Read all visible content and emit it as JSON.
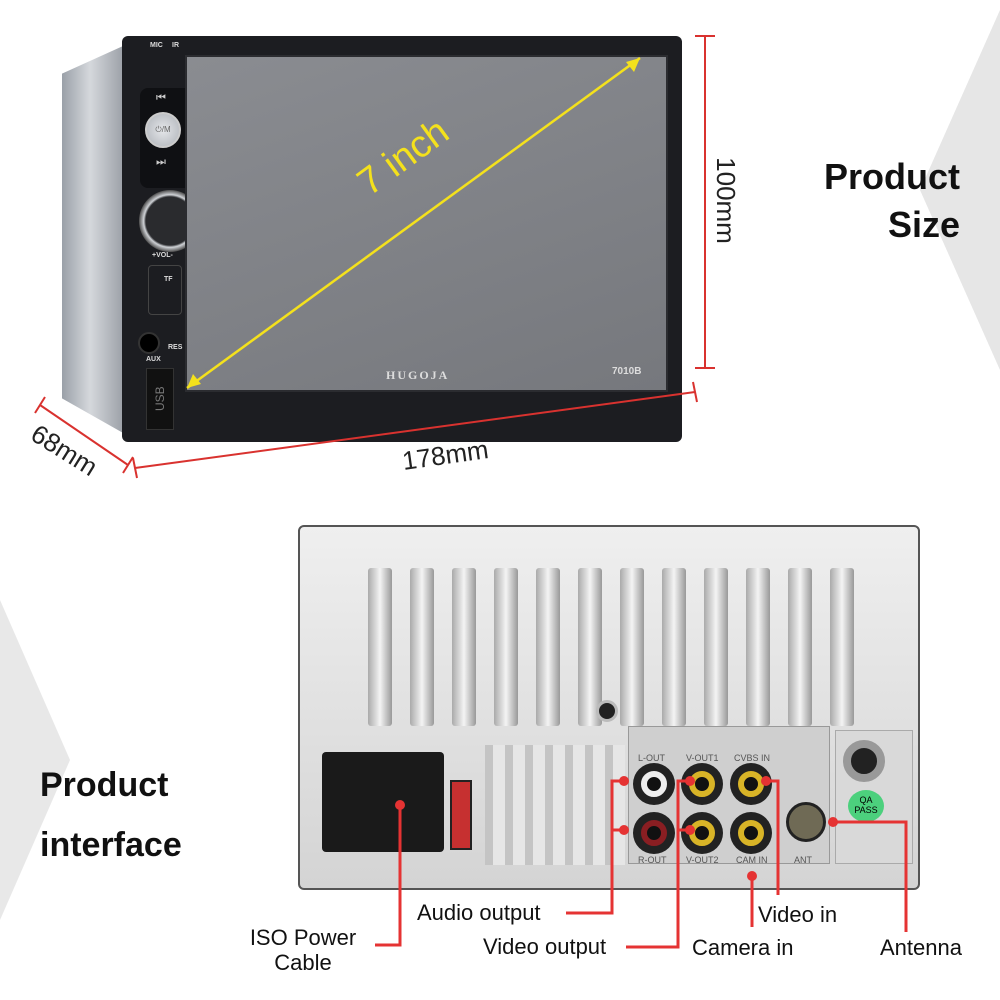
{
  "top": {
    "title_line1": "Product",
    "title_line2": "Size",
    "screen_size": "7 inch",
    "height_dim": "100mm",
    "width_dim": "178mm",
    "depth_dim": "68mm",
    "device": {
      "brand": "HUGOJA",
      "model": "7010B",
      "mic": "MIC",
      "ir": "IR",
      "vol": "+VOL-",
      "tf": "TF",
      "aux": "AUX",
      "res": "RES",
      "usb": "USB",
      "power": "⏻/M",
      "prev": "⏮",
      "next": "⏭"
    }
  },
  "bottom": {
    "title_line1": "Product",
    "title_line2": "interface",
    "jacks": {
      "l_out": "L-OUT",
      "v_out1": "V-OUT1",
      "cvbs_in": "CVBS IN",
      "r_out": "R-OUT",
      "v_out2": "V-OUT2",
      "cam_in": "CAM IN",
      "ant": "ANT",
      "qa": "QA PASS"
    },
    "callouts": {
      "iso": "ISO Power Cable",
      "audio": "Audio output",
      "video_out": "Video output",
      "camera": "Camera in",
      "video_in": "Video in",
      "antenna": "Antenna"
    }
  },
  "colors": {
    "dimension": "#d9322f",
    "diagonal": "#f4e11c",
    "callout": "#e53333",
    "qa_badge": "#4cd07d"
  }
}
